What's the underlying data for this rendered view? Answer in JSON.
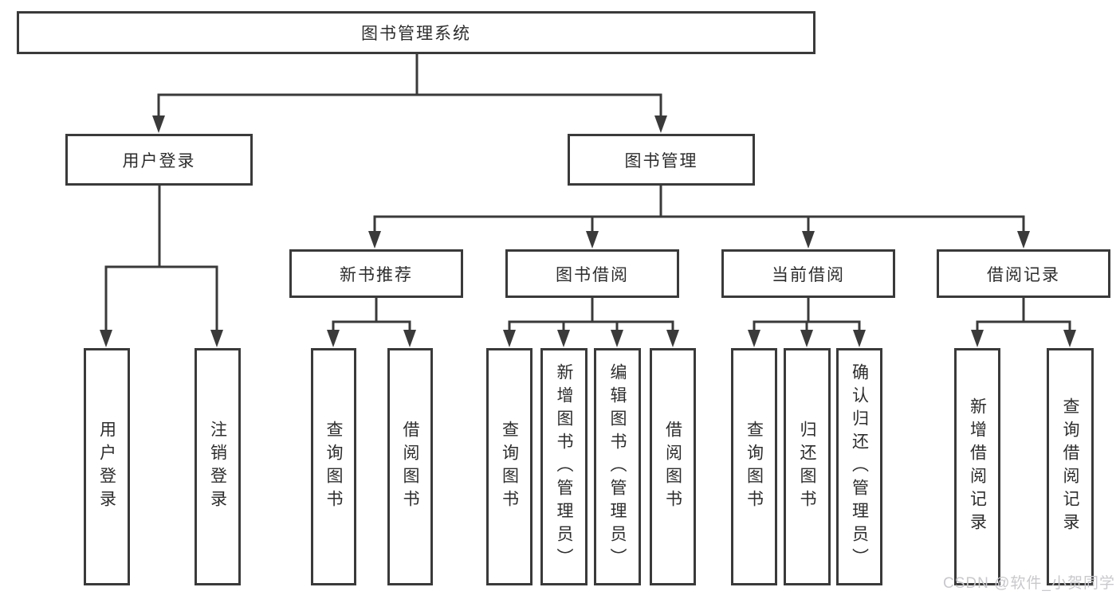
{
  "diagram": {
    "root": "图书管理系统",
    "l2": [
      "用户登录",
      "图书管理"
    ],
    "l3": [
      "新书推荐",
      "图书借阅",
      "当前借阅",
      "借阅记录"
    ],
    "leaves_user": [
      "用户登录",
      "注销登录"
    ],
    "leaves_recommend": [
      "查询图书",
      "借阅图书"
    ],
    "leaves_borrow": [
      "查询图书",
      "新增图书（管理员）",
      "编辑图书（管理员）",
      "借阅图书"
    ],
    "leaves_current": [
      "查询图书",
      "归还图书",
      "确认归还（管理员）"
    ],
    "leaves_record": [
      "新增借阅记录",
      "查询借阅记录"
    ]
  },
  "watermark": "CSDN @软件_小贺同学",
  "colors": {
    "line": "#3a3a3a",
    "border": "#3a3a3a",
    "text": "#2d2d2d",
    "watermark": "#c9c9cd",
    "background": "#ffffff"
  }
}
